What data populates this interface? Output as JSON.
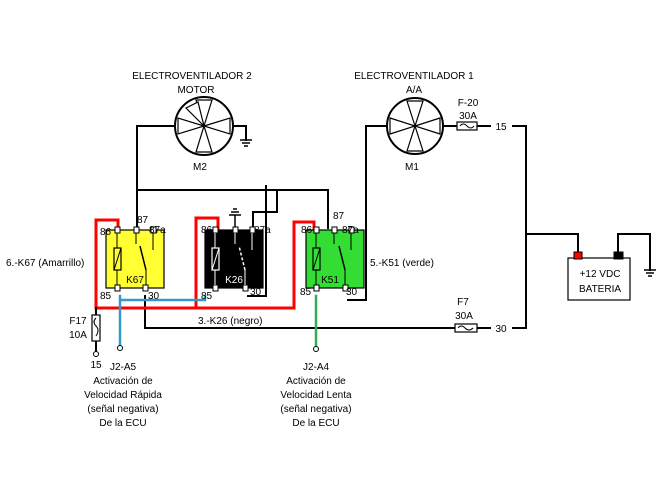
{
  "fans": {
    "fan2": {
      "title_line1": "ELECTROVENTILADOR 2",
      "title_line2": "MOTOR",
      "id": "M2"
    },
    "fan1": {
      "title_line1": "ELECTROVENTILADOR 1",
      "title_line2": "A/A",
      "id": "M1"
    }
  },
  "fuses": {
    "f20": {
      "name": "F-20",
      "rating": "30A",
      "terminal": "15"
    },
    "f7": {
      "name": "F7",
      "rating": "30A",
      "terminal": "30"
    },
    "f17": {
      "name": "F17",
      "rating": "10A",
      "terminal": "15"
    }
  },
  "relays": {
    "k67": {
      "label": "K67",
      "desc": "6.-K67 (Amarrillo)",
      "color": "#ffff33",
      "pins": {
        "p86": "86",
        "p87": "87",
        "p87a": "87a",
        "p85": "85",
        "p30": "30"
      }
    },
    "k26": {
      "label": "K26",
      "desc": "3.-K26 (negro)",
      "color": "#000000",
      "pins": {
        "p86": "86",
        "p87a": "87a",
        "p85": "85",
        "p30": "30"
      }
    },
    "k51": {
      "label": "K51",
      "desc": "5.-K51 (verde)",
      "color": "#33dd33",
      "pins": {
        "p86": "86",
        "p87": "87",
        "p87a": "87a",
        "p85": "85",
        "p30": "30"
      }
    }
  },
  "battery": {
    "line1": "+12 VDC",
    "line2": "BATERIA"
  },
  "ecu_left": {
    "code": "J2-A5",
    "lines": [
      "Activación de",
      "Velocidad Rápida",
      "(señal negativa)",
      "De la ECU"
    ]
  },
  "ecu_right": {
    "code": "J2-A4",
    "lines": [
      "Activación de",
      "Velocidad Lenta",
      "(señal negativa)",
      "De la ECU"
    ]
  },
  "colors": {
    "wire": "#000000",
    "red_wire": "#ff0000",
    "blue_wire": "#3399cc",
    "green_wire": "#33aa55",
    "battery_pos": "#ff0000",
    "battery_neg": "#000000"
  }
}
